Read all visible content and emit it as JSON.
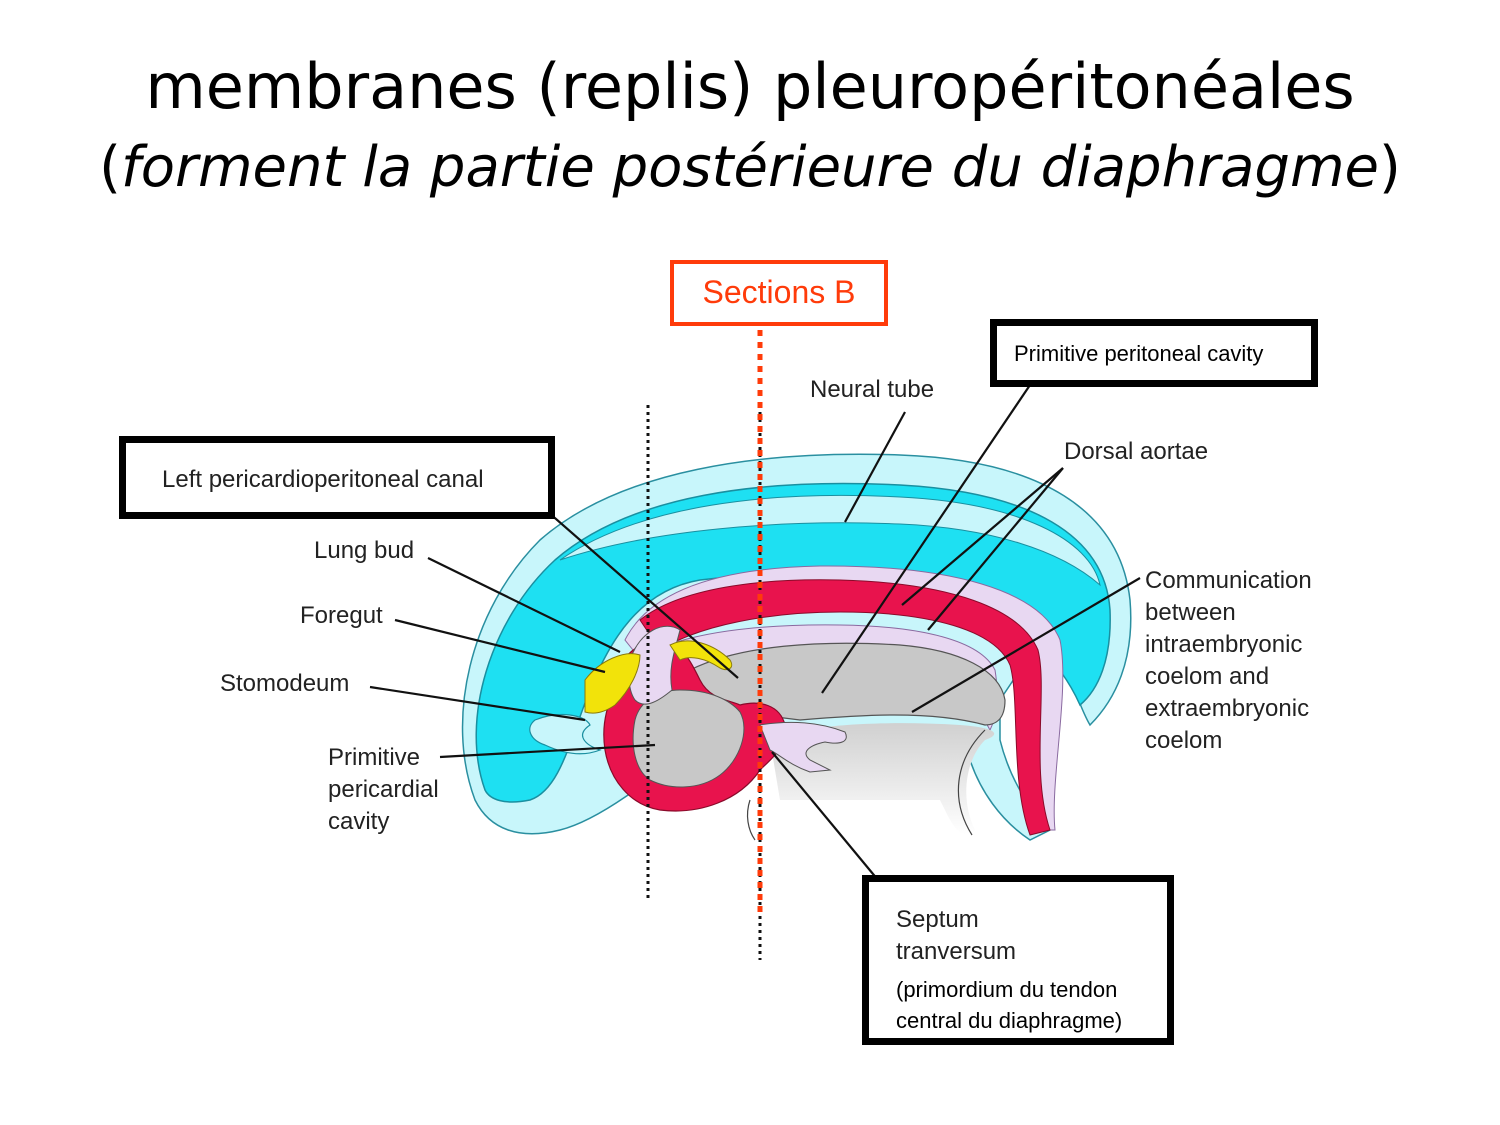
{
  "title": {
    "line1": "membranes (replis) pleuropéritonéales",
    "line2_open": "(",
    "line2_italic": "forment la partie postérieure du diaphragme",
    "line2_close": ")"
  },
  "sections_label": "Sections B",
  "labels": {
    "neural_tube": "Neural tube",
    "primitive_peritoneal_cavity": "Primitive peritoneal cavity",
    "dorsal_aortae": "Dorsal aortae",
    "left_pericardioperitoneal_canal": "Left pericardioperitoneal canal",
    "lung_bud": "Lung bud",
    "foregut": "Foregut",
    "stomodeum": "Stomodeum",
    "primitive_pericardial_cavity": [
      "Primitive",
      "pericardial",
      "cavity"
    ],
    "communication": [
      "Communication",
      "between",
      "intraembryonic",
      "coelom and",
      "extraembryonic",
      "coelom"
    ],
    "septum": [
      "Septum",
      "tranversum"
    ],
    "septum_note": [
      "(primordium du tendon",
      "central du diaphragme)"
    ]
  },
  "colors": {
    "ectoderm": "#1ee0f2",
    "ectoderm_light": "#c8f6fb",
    "mesoderm": "#e8134d",
    "lavender": "#e8d8f2",
    "cavity": "#c8c8c8",
    "yellow": "#f2e30a",
    "accent": "#ff3b0a"
  }
}
